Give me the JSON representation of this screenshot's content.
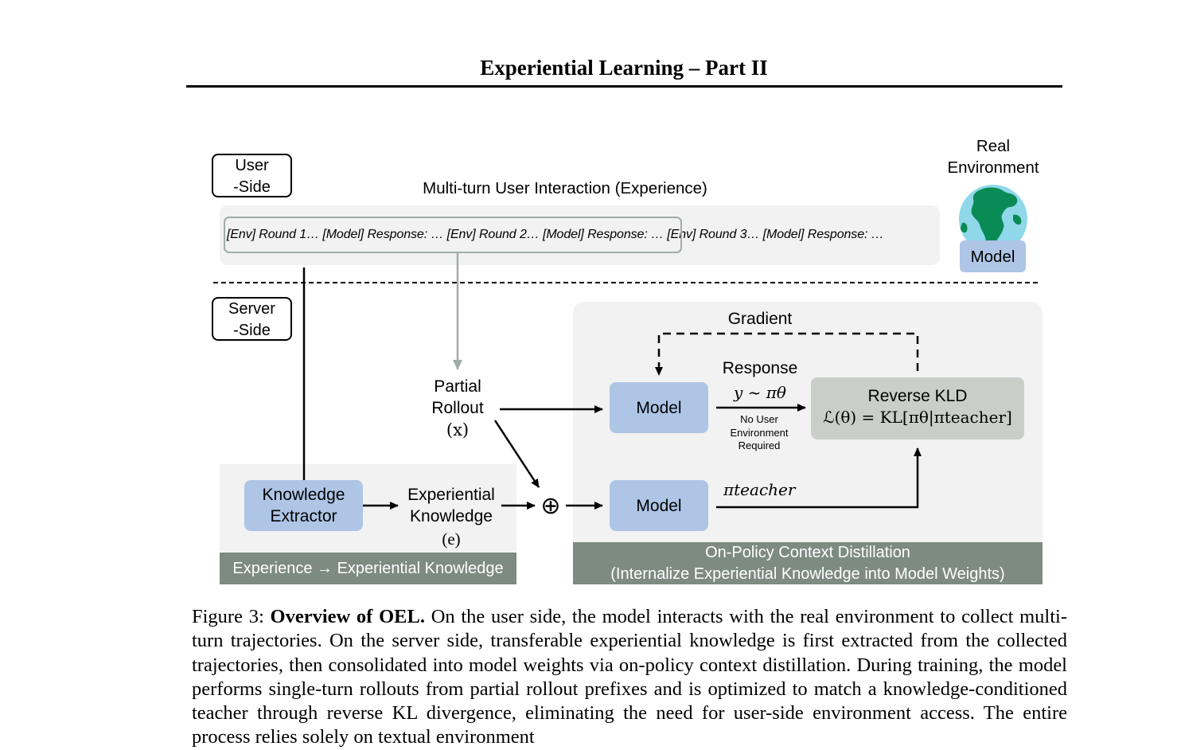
{
  "page": {
    "header_title": "Experiential Learning – Part II"
  },
  "figure": {
    "user_side_label": "User\n-Side",
    "server_side_label": "Server\n-Side",
    "interaction_title": "Multi-turn User Interaction (Experience)",
    "trajectory_text": "[Env] Round 1… [Model] Response: … [Env] Round 2… [Model] Response: … [Env] Round 3… [Model] Response: …",
    "real_env_label": "Real\nEnvironment",
    "env_model_label": "Model",
    "partial_rollout_label": "Partial\nRollout",
    "partial_rollout_symbol": "(x)",
    "knowledge_extractor_label": "Knowledge\nExtractor",
    "experiential_knowledge_label": "Experiential\nKnowledge",
    "experiential_knowledge_symbol": "(e)",
    "left_banner": "Experience → Experiential Knowledge",
    "gradient_label": "Gradient",
    "response_label": "Response",
    "response_formula": "y ~ πθ",
    "no_env_note": "No User\nEnvironment\nRequired",
    "student_model_label": "Model",
    "teacher_model_label": "Model",
    "teacher_symbol": "πteacher",
    "kld_title": "Reverse KLD",
    "kld_formula": "ℒ(θ) = KL[πθ|πteacher]",
    "right_banner_line1": "On-Policy Context Distillation",
    "right_banner_line2": "(Internalize Experiential Knowledge into Model Weights)",
    "plus_symbol": "⊕",
    "colors": {
      "model_box": "#aec5e6",
      "panel": "#f1f2f1",
      "banner": "#7d8b80",
      "kld_box": "#c9cec9",
      "grey_arrow": "#a2aca6"
    },
    "icons": [
      "globe-icon"
    ]
  },
  "caption": {
    "label": "Figure 3:",
    "bold": "Overview of OEL.",
    "text": " On the user side, the model interacts with the real environment to collect multi-turn trajectories. On the server side, transferable experiential knowledge is first extracted from the collected trajectories, then consolidated into model weights via on-policy context distillation. During training, the model performs single-turn rollouts from partial rollout prefixes and is optimized to match a knowledge-conditioned teacher through reverse KL divergence, eliminating the need for user-side environment access. The entire process relies solely on textual environment"
  }
}
